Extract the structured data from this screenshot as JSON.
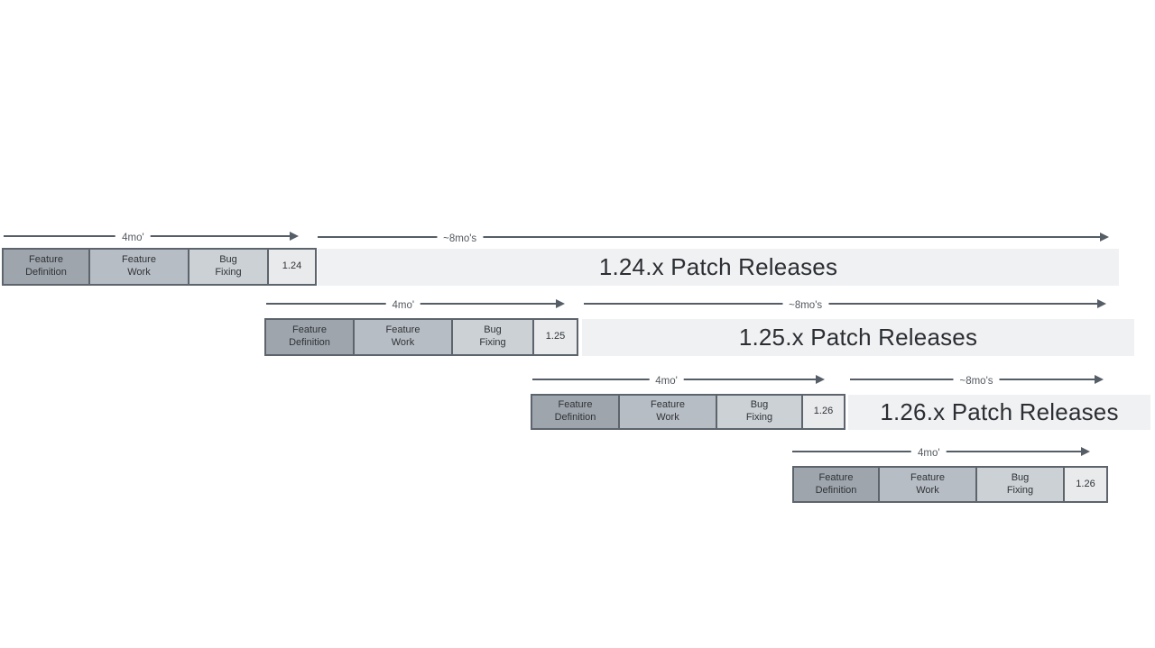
{
  "rows": [
    {
      "version": "1.24",
      "phase_definition": "Feature\nDefinition",
      "phase_work": "Feature\nWork",
      "phase_bugfix": "Bug\nFixing",
      "cycle_label": "4mo'",
      "patch_cycle_label": "~8mo's",
      "patch_bar_label": "1.24.x Patch Releases"
    },
    {
      "version": "1.25",
      "phase_definition": "Feature\nDefinition",
      "phase_work": "Feature\nWork",
      "phase_bugfix": "Bug\nFixing",
      "cycle_label": "4mo'",
      "patch_cycle_label": "~8mo's",
      "patch_bar_label": "1.25.x Patch Releases"
    },
    {
      "version": "1.26",
      "phase_definition": "Feature\nDefinition",
      "phase_work": "Feature\nWork",
      "phase_bugfix": "Bug\nFixing",
      "cycle_label": "4mo'",
      "patch_cycle_label": "~8mo's",
      "patch_bar_label": "1.26.x Patch Releases"
    },
    {
      "version": "1.26",
      "phase_definition": "Feature\nDefinition",
      "phase_work": "Feature\nWork",
      "phase_bugfix": "Bug\nFixing",
      "cycle_label": "4mo'"
    }
  ],
  "colors": {
    "feature_definition_fill": "#9ea5ac",
    "feature_work_fill": "#b7bdc4",
    "bug_fixing_fill": "#ccd1d6",
    "version_box_fill": "#e8eaec",
    "patch_bar_fill": "#f0f1f3",
    "box_border": "#5d646c",
    "arrow": "#555d66",
    "text": "#2f3337"
  }
}
